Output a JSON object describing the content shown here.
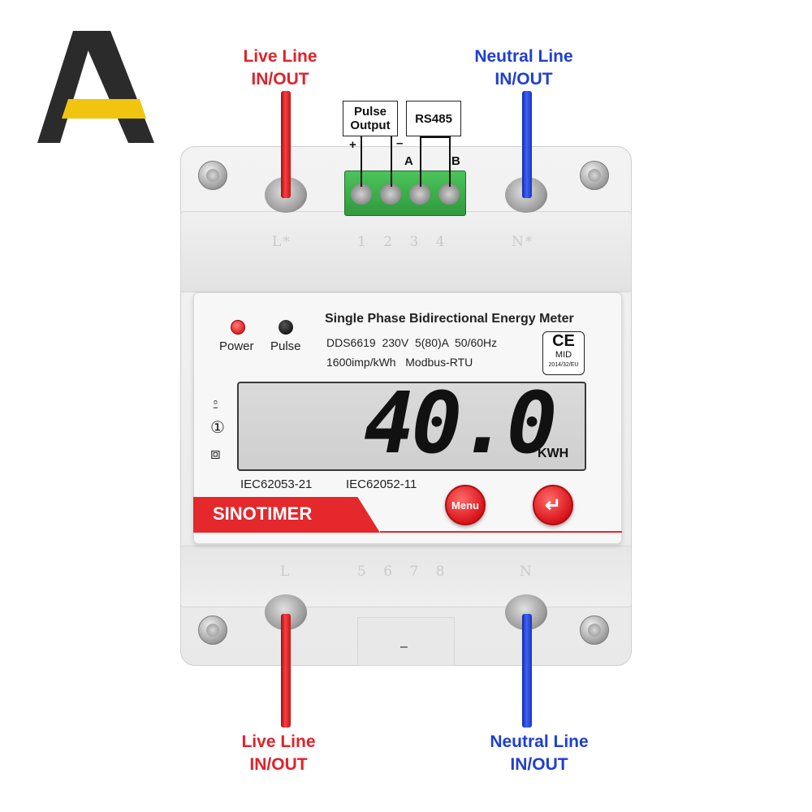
{
  "logo": {
    "name": "brand-logo",
    "colors": {
      "dark": "#2b2b2b",
      "accent": "#f1c40f"
    }
  },
  "labels": {
    "top_left": {
      "line1": "Live Line",
      "line2": "IN/OUT"
    },
    "top_right": {
      "line1": "Neutral Line",
      "line2": "IN/OUT"
    },
    "bottom_left": {
      "line1": "Live Line",
      "line2": "IN/OUT"
    },
    "bottom_right": {
      "line1": "Neutral Line",
      "line2": "IN/OUT"
    }
  },
  "connectors": {
    "pulse": {
      "line1": "Pulse",
      "line2": "Output",
      "plus": "+",
      "minus": "–"
    },
    "rs485": {
      "label": "RS485",
      "a": "A",
      "b": "B"
    }
  },
  "engravings": {
    "top_left": "L*",
    "top_mid": "1 2 3 4",
    "top_right": "N*",
    "bottom_left": "L",
    "bottom_mid": "5 6 7 8",
    "bottom_right": "N"
  },
  "meter": {
    "title": "Single Phase Bidirectional Energy Meter",
    "spec_line1": "DDS6619  230V  5(80)A  50/60Hz",
    "spec_line2": "1600imp/kWh   Modbus-RTU",
    "power_label": "Power",
    "pulse_label": "Pulse",
    "ce": {
      "mark": "CE",
      "mid": "MID",
      "year": "2014/32/EU"
    },
    "reading": "40.0",
    "unit": "KWH",
    "standard1": "IEC62053-21",
    "standard2": "IEC62052-11",
    "brand": "SINOTIMER",
    "menu_label": "Menu",
    "enter_symbol": "↵",
    "side_symbols": [
      "⍛",
      "①",
      "⧈"
    ],
    "colors": {
      "red": "#e4282c",
      "wire_red": "#e0222a",
      "wire_blue": "#1f3fd0"
    }
  },
  "bottom_mark": "–"
}
